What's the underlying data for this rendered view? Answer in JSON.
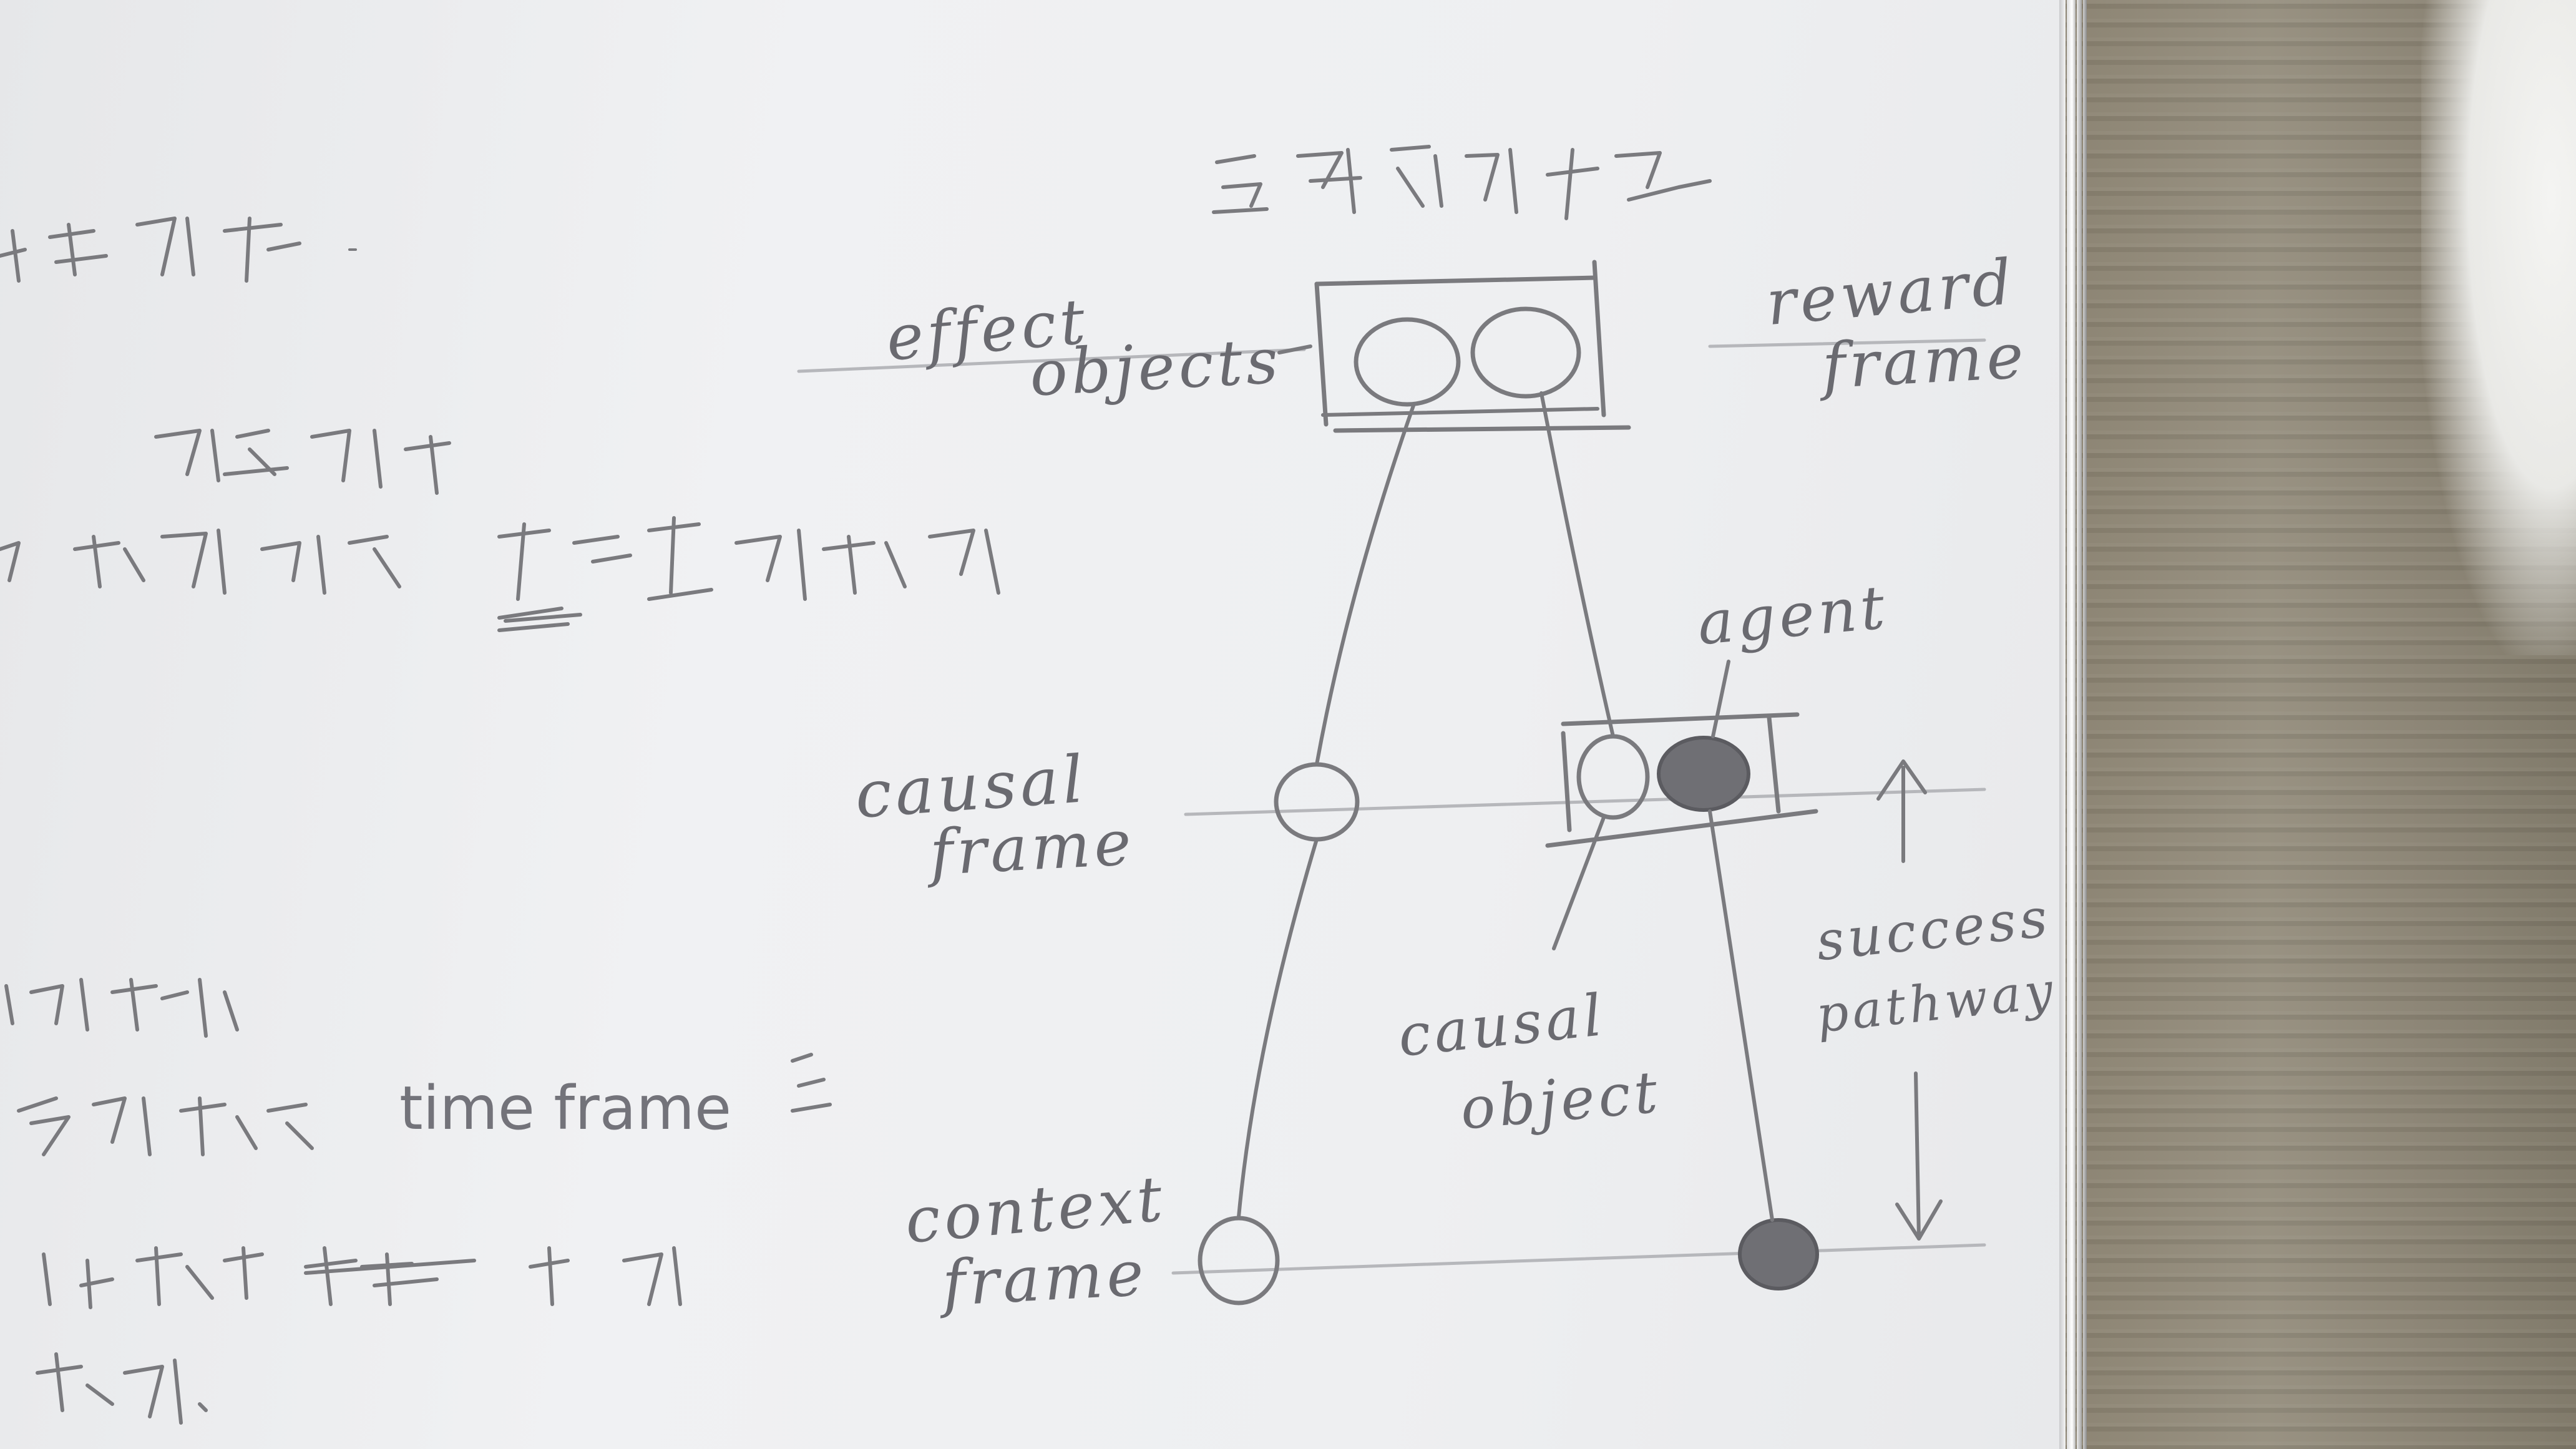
{
  "diagram": {
    "labels": {
      "effect": "effect",
      "objects": "objects",
      "reward": "reward",
      "reward_frame": "frame",
      "causal": "causal",
      "causal_frame": "frame",
      "agent": "agent",
      "context": "context",
      "context_frame": "frame",
      "causal_object_1": "causal",
      "causal_object_2": "object",
      "success": "success",
      "pathway": "pathway"
    }
  },
  "notes": {
    "time_frame": "time  frame"
  }
}
